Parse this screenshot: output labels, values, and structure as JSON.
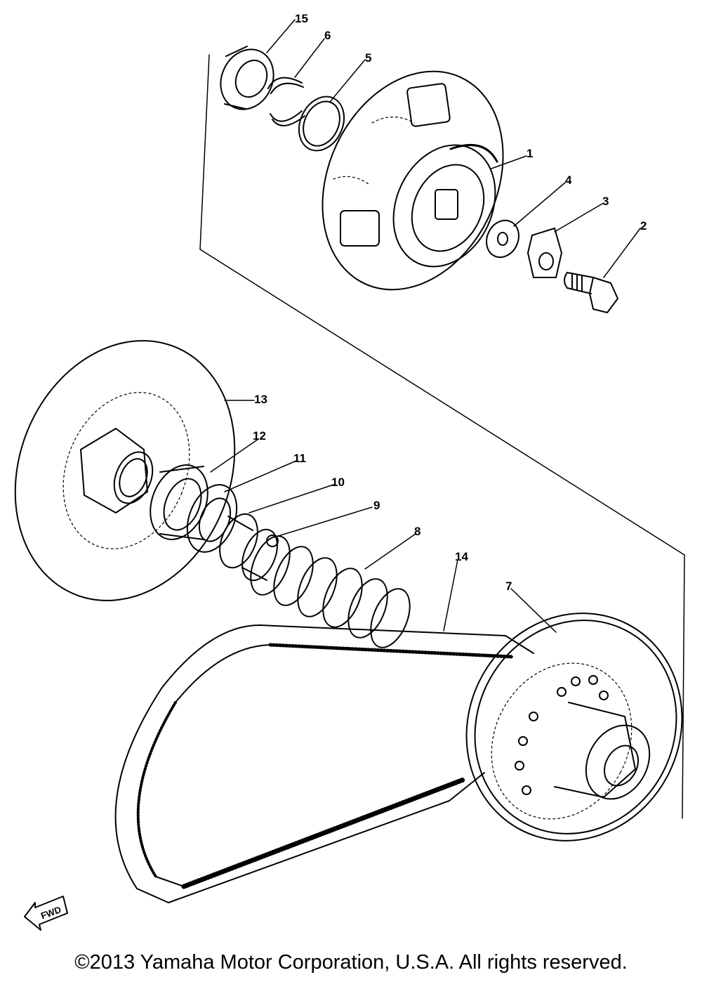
{
  "labels": {
    "l1": "1",
    "l2": "2",
    "l3": "3",
    "l4": "4",
    "l5": "5",
    "l6": "6",
    "l7": "7",
    "l8": "8",
    "l9": "9",
    "l10": "10",
    "l11": "11",
    "l12": "12",
    "l13": "13",
    "l14": "14",
    "l15": "15"
  },
  "fwd_marker": "FWD",
  "copyright": "©2013 Yamaha Motor Corporation, U.S.A. All rights reserved."
}
